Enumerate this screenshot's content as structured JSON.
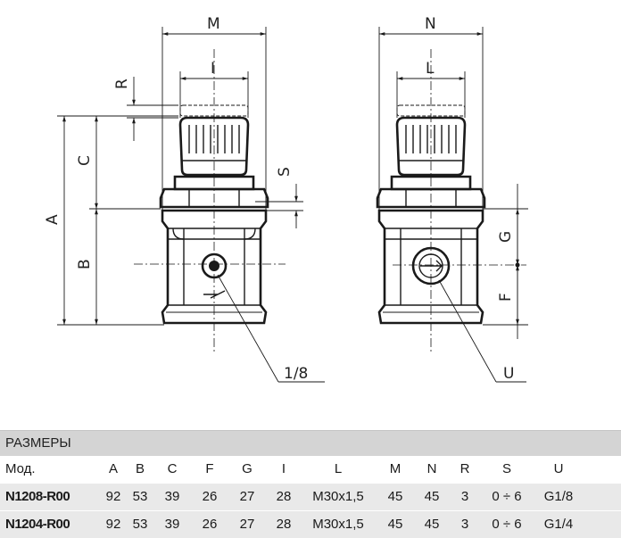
{
  "drawing": {
    "labels": {
      "M": "M",
      "I": "I",
      "R": "R",
      "C": "C",
      "A": "A",
      "B": "B",
      "S": "S",
      "N": "N",
      "L": "L",
      "G": "G",
      "F": "F",
      "U": "U",
      "port": "1/8"
    }
  },
  "table": {
    "title": "РАЗМЕРЫ",
    "columns": [
      "Мод.",
      "A",
      "B",
      "C",
      "F",
      "G",
      "I",
      "L",
      "M",
      "N",
      "R",
      "S",
      "U"
    ],
    "rows": [
      [
        "N1208-R00",
        "92",
        "53",
        "39",
        "26",
        "27",
        "28",
        "M30x1,5",
        "45",
        "45",
        "3",
        "0 ÷ 6",
        "G1/8"
      ],
      [
        "N1204-R00",
        "92",
        "53",
        "39",
        "26",
        "27",
        "28",
        "M30x1,5",
        "45",
        "45",
        "3",
        "0 ÷ 6",
        "G1/4"
      ]
    ]
  }
}
